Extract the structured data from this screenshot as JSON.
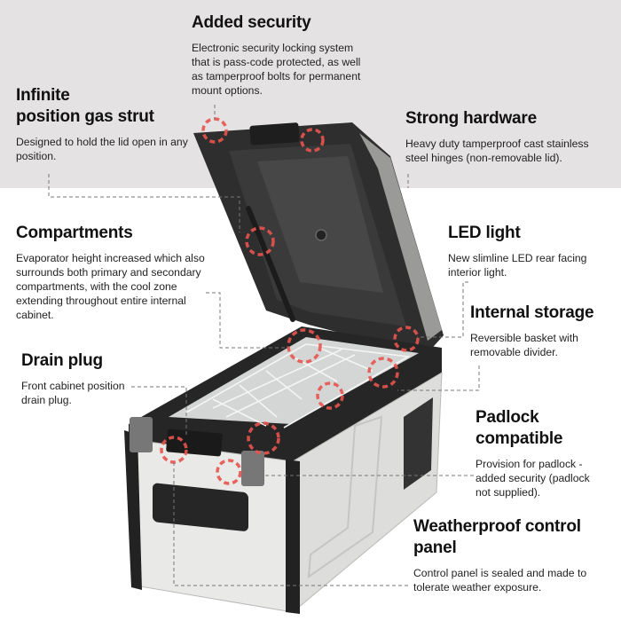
{
  "callouts": {
    "added_security": {
      "title": "Added security",
      "desc": "Electronic security locking system\nthat is pass-code protected, as well\nas tamperproof bolts for permanent\nmount options."
    },
    "gas_strut": {
      "title": "Infinite\nposition gas strut",
      "desc": "Designed to hold the lid open in any\nposition."
    },
    "strong_hardware": {
      "title": "Strong hardware",
      "desc": "Heavy duty tamperproof cast stainless\nsteel hinges (non-removable lid)."
    },
    "compartments": {
      "title": "Compartments",
      "desc": "Evaporator height increased which also\nsurrounds both primary and secondary\ncompartments, with the cool zone\nextending throughout entire internal\ncabinet."
    },
    "led_light": {
      "title": "LED light",
      "desc": "New slimline LED rear facing\ninterior light."
    },
    "internal_storage": {
      "title": "Internal storage",
      "desc": "Reversible basket with\nremovable divider."
    },
    "drain_plug": {
      "title": "Drain plug",
      "desc": "Front cabinet position\ndrain plug."
    },
    "padlock": {
      "title": "Padlock\ncompatible",
      "desc": "Provision for padlock -\nadded security (padlock\nnot supplied)."
    },
    "control_panel": {
      "title": "Weatherproof control\npanel",
      "desc": "Control panel is sealed and made to\ntolerate weather exposure."
    }
  },
  "colors": {
    "top_background": "#e4e2e2",
    "highlight": "#e8544f",
    "leader": "#777777",
    "lid": "#2f2f2f",
    "cabinet": "#e9e9e7"
  }
}
